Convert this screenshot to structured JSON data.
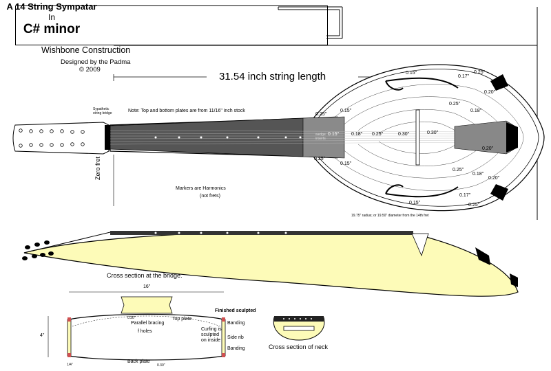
{
  "header": {
    "title_line1": "A 14 String Sympatar",
    "title_line2": "In",
    "title_line3": "C# minor",
    "construction": "Wishbone Construction",
    "designer": "Designed by the Padma",
    "copyright": "©  2009"
  },
  "plan_view": {
    "string_length": "31.54 inch string length",
    "note": "Note:  Top and bottom plates are from 11/16\" inch stock",
    "bridge_label": "Sypathetic string bridge",
    "zero_fret": "Zero fret",
    "markers_line1": "Markers are Harmonics",
    "markers_line2": "(not frets)",
    "wedge_inserts": "wedge inserts",
    "radius_note": "19.75\" radius; or 19.50\" diameter from the 14th fret",
    "thickness": {
      "t015_top": "0.15\"",
      "t025_top_right": "0.25\"",
      "t017_top": "0.17\"",
      "t020_top": "0.20\"",
      "t025_mid_top": "0.25\"",
      "t018_top": "0.18\"",
      "t025_left_top": "0.25\"",
      "t015_left_top": "0.15\"",
      "t015_center": "0.15\"",
      "t018_center": "0.18\"",
      "t025_center": "0.25\"",
      "t030_center": "0.30\"",
      "t030_right": "0.30\"",
      "t020_mid_bottom": "0.20\"",
      "t025_left_bottom": "0.25\"",
      "t015_left_bottom": "0.15\"",
      "t025_mid_bottom": "0.25\"",
      "t018_bottom": "0.18\"",
      "t020_bottom": "0.20\"",
      "t017_bottom": "0.17\"",
      "t015_bottom": "0.15\"",
      "t025_bottom_right": "0.25\""
    }
  },
  "cross_section": {
    "title": "Cross section at the bridge.",
    "width": "16\"",
    "height": "4\"",
    "finished": "Finished sculpted",
    "top_plate": "Top plate",
    "parallel_bracing": "Parallel bracing",
    "f_holes": "f holes",
    "banding_top": "Banding",
    "curfing_line1": "Curfing is",
    "curfing_line2": "sculpted",
    "curfing_line3": "on inside",
    "side_rib": "Side rib",
    "banding_bottom": "Banding",
    "back_plate": "Back plate",
    "d030_top": "0.30\"",
    "d030_bottom": "0.30\"",
    "d14": "1/4\""
  },
  "neck_section": {
    "title": "Cross section of neck"
  },
  "colors": {
    "body_fill": "#fdfbb8",
    "fingerboard": "#3f3f3f",
    "fingerboard_light": "#6a6a6a",
    "line": "#000000"
  }
}
